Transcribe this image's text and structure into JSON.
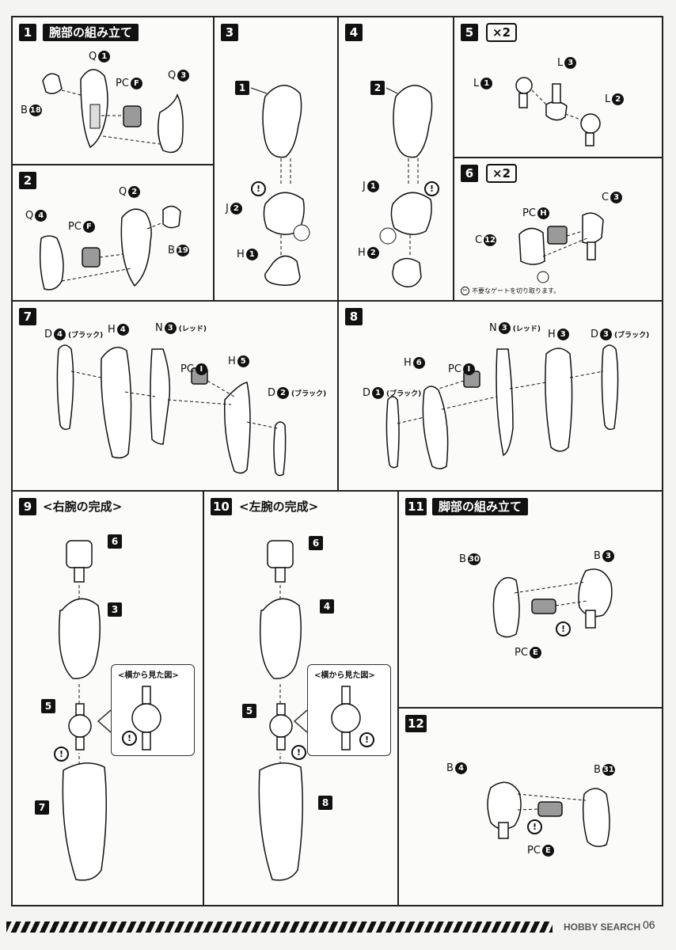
{
  "steps": {
    "s1": {
      "no": "1",
      "title": "腕部の組み立て"
    },
    "s2": {
      "no": "2"
    },
    "s3": {
      "no": "3"
    },
    "s4": {
      "no": "4"
    },
    "s5": {
      "no": "5",
      "mult": "×2"
    },
    "s6": {
      "no": "6",
      "mult": "×2",
      "gate_note": "不要なゲートを切り取ります。"
    },
    "s7": {
      "no": "7"
    },
    "s8": {
      "no": "8"
    },
    "s9": {
      "no": "9",
      "title": "<右腕の完成>",
      "side_title": "<横から見た図>"
    },
    "s10": {
      "no": "10",
      "title": "<左腕の完成>",
      "side_title": "<横から見た図>"
    },
    "s11": {
      "no": "11",
      "title": "脚部の組み立て"
    },
    "s12": {
      "no": "12"
    }
  },
  "parts": {
    "s1": [
      {
        "code": "B",
        "num": "18"
      },
      {
        "code": "Q",
        "num": "1"
      },
      {
        "code": "PC",
        "num": "F"
      },
      {
        "code": "Q",
        "num": "3"
      }
    ],
    "s2": [
      {
        "code": "Q",
        "num": "4"
      },
      {
        "code": "PC",
        "num": "F"
      },
      {
        "code": "Q",
        "num": "2"
      },
      {
        "code": "B",
        "num": "19"
      }
    ],
    "s3": [
      {
        "code": "J",
        "num": "2"
      },
      {
        "code": "H",
        "num": "1"
      }
    ],
    "s4": [
      {
        "code": "J",
        "num": "1"
      },
      {
        "code": "H",
        "num": "2"
      }
    ],
    "s5": [
      {
        "code": "L",
        "num": "1"
      },
      {
        "code": "L",
        "num": "3"
      },
      {
        "code": "L",
        "num": "2"
      }
    ],
    "s6": [
      {
        "code": "PC",
        "num": "H"
      },
      {
        "code": "C",
        "num": "3"
      },
      {
        "code": "C",
        "num": "12"
      }
    ],
    "s7": [
      {
        "code": "D",
        "num": "4",
        "note": "(ブラック)"
      },
      {
        "code": "H",
        "num": "4"
      },
      {
        "code": "N",
        "num": "3",
        "note": "(レッド)"
      },
      {
        "code": "PC",
        "num": "I"
      },
      {
        "code": "H",
        "num": "5"
      },
      {
        "code": "D",
        "num": "2",
        "note": "(ブラック)"
      }
    ],
    "s8": [
      {
        "code": "N",
        "num": "3",
        "note": "(レッド)"
      },
      {
        "code": "H",
        "num": "3"
      },
      {
        "code": "D",
        "num": "3",
        "note": "(ブラック)"
      },
      {
        "code": "H",
        "num": "6"
      },
      {
        "code": "PC",
        "num": "I"
      },
      {
        "code": "D",
        "num": "1",
        "note": "(ブラック)"
      }
    ],
    "s11": [
      {
        "code": "B",
        "num": "30"
      },
      {
        "code": "B",
        "num": "3"
      },
      {
        "code": "PC",
        "num": "E"
      }
    ],
    "s12": [
      {
        "code": "B",
        "num": "4"
      },
      {
        "code": "B",
        "num": "31"
      },
      {
        "code": "PC",
        "num": "E"
      }
    ]
  },
  "refs": {
    "s3": [
      "1"
    ],
    "s4": [
      "2"
    ],
    "s9": [
      "6",
      "3",
      "5",
      "7"
    ],
    "s10": [
      "6",
      "4",
      "5",
      "8"
    ]
  },
  "warning_symbol": "!",
  "footer": {
    "logo": "HOBBY SEARCH",
    "page": "06"
  },
  "colors": {
    "ink": "#111111",
    "panel": "#fbfbfa",
    "paper": "#f4f4f2",
    "part_gray": "#9a9a9a"
  }
}
